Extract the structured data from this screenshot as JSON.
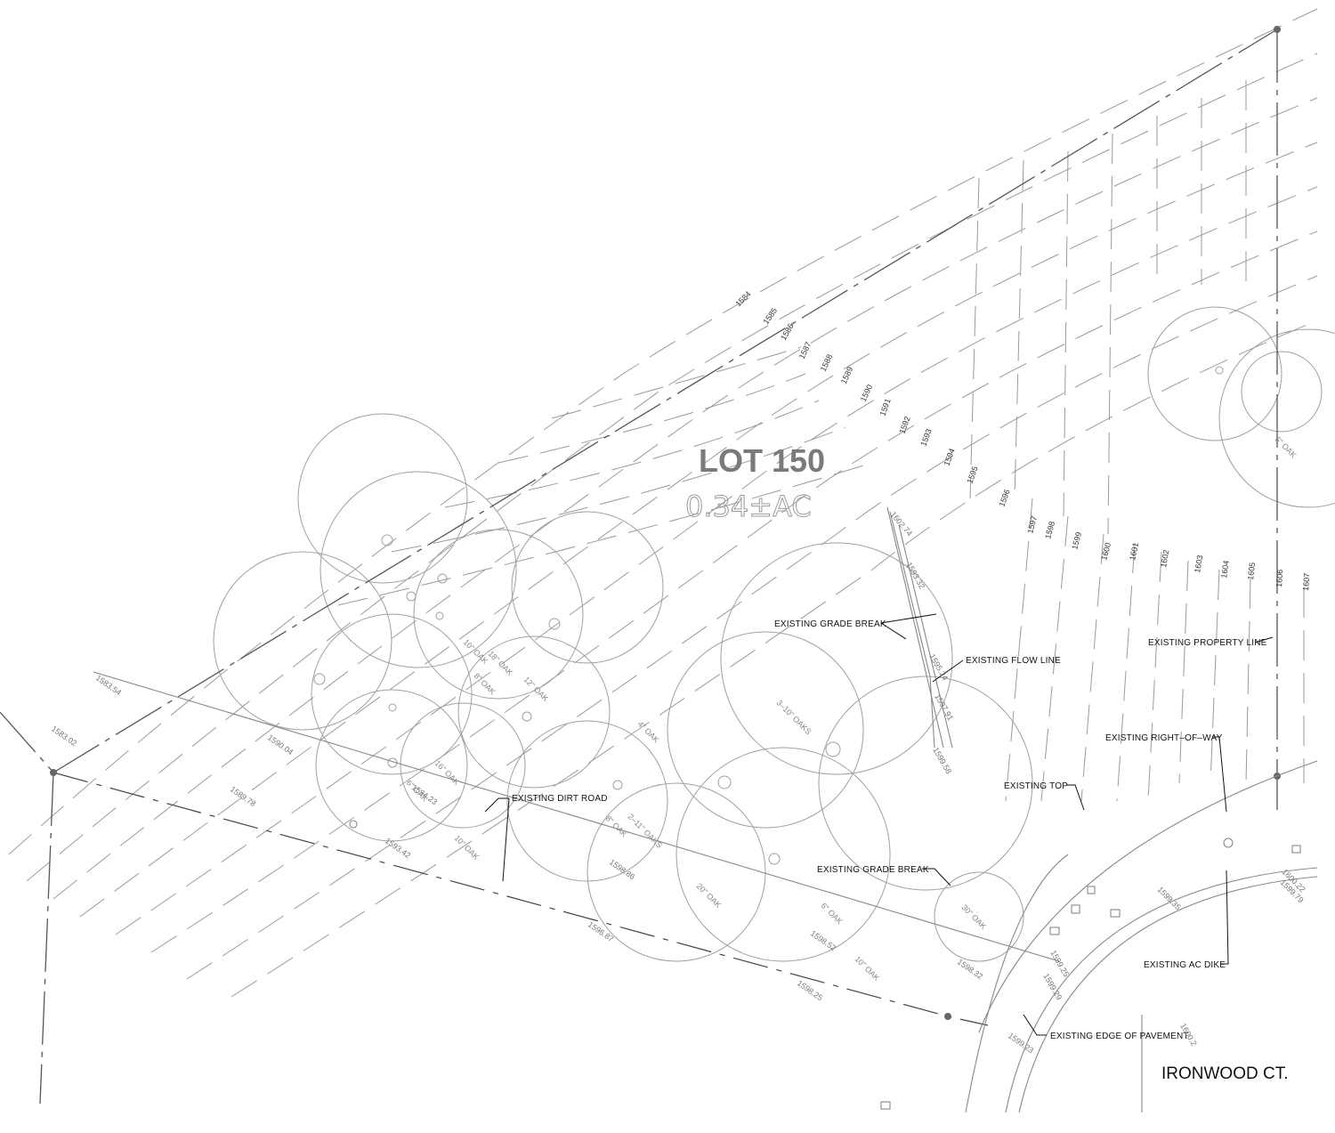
{
  "lot": {
    "title": "LOT 150",
    "area": "0.34±AC"
  },
  "street": "IRONWOOD CT.",
  "callouts": {
    "grade_break_1": "EXISTING GRADE BREAK",
    "flow_line": "EXISTING FLOW LINE",
    "property_line": "EXISTING PROPERTY LINE",
    "right_of_way": "EXISTING RIGHT–OF–WAY",
    "top": "EXISTING TOP",
    "dirt_road": "EXISTING DIRT ROAD",
    "grade_break_2": "EXISTING GRADE BREAK",
    "ac_dike": "EXISTING AC DIKE",
    "edge_pavement": "EXISTING EDGE OF PAVEMENT"
  },
  "contour_labels": [
    "1584",
    "1585",
    "1586",
    "1587",
    "1588",
    "1589",
    "1590",
    "1591",
    "1592",
    "1593",
    "1594",
    "1595",
    "1596",
    "1597",
    "1598",
    "1599",
    "1600",
    "1601",
    "1602",
    "1603",
    "1604",
    "1605",
    "1606",
    "1607"
  ],
  "spot_elevations": [
    "1583.54",
    "1583.02",
    "1590.04",
    "1589.78",
    "1594.23",
    "1593.42",
    "1596.87",
    "1598.25",
    "1598.32",
    "1598.52",
    "1598.86",
    "1599.25",
    "1599.29",
    "1599.23",
    "1600.2",
    "1602.74",
    "1593.32",
    "1595.24",
    "1597.91",
    "1599.58",
    "1599.35",
    "1600.22",
    "1599.79"
  ],
  "tree_labels": [
    "10\" OAK",
    "18\" OAK",
    "8\" OAK",
    "12\" OAK",
    "4\" OAK",
    "16\" OAK",
    "6\" OAK",
    "10\" OAK",
    "8\" OAK",
    "2–11\" OAKS",
    "3–10\" OAKS",
    "20\" OAK",
    "6\" OAK",
    "10\" OAK",
    "30\" OAK",
    "6\" OAK"
  ]
}
